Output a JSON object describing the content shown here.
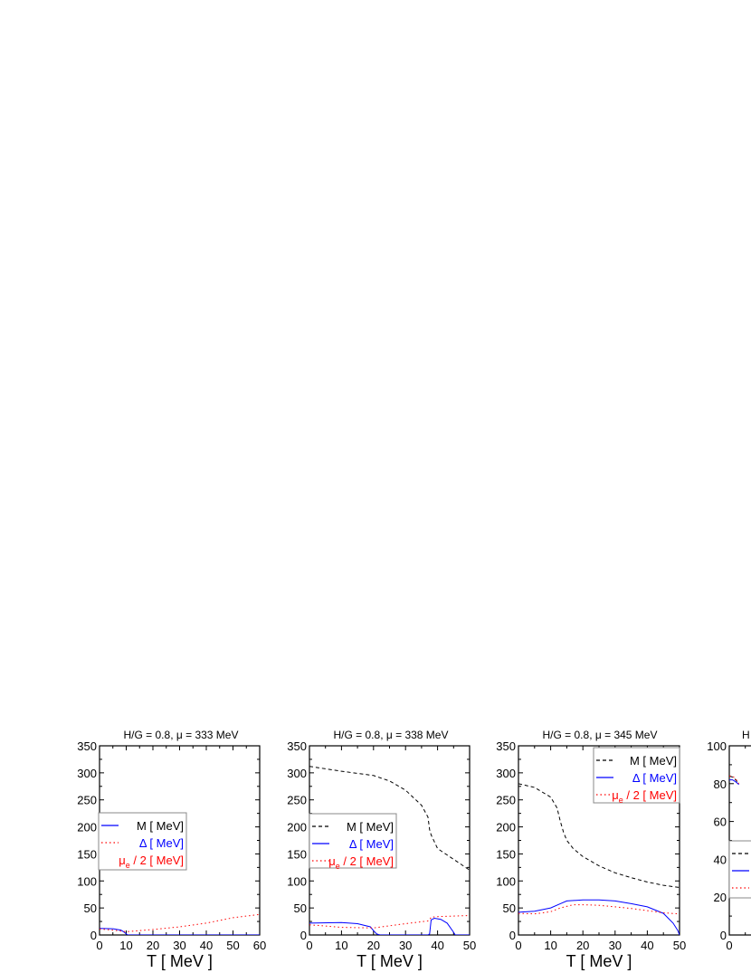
{
  "chart_data": [
    {
      "type": "line",
      "title": "H/G  =  0.8,  μ  =  333 MeV",
      "xlabel": "T [ MeV ]",
      "xlim": [
        0,
        60
      ],
      "ylim": [
        0,
        350
      ],
      "xticks": [
        "0",
        "10",
        "20",
        "30",
        "40",
        "50",
        "60"
      ],
      "yticks": [
        "0",
        "50",
        "100",
        "150",
        "200",
        "250",
        "300",
        "350"
      ],
      "legend_position": "middle-left",
      "legend": [
        {
          "style": "solid",
          "color": "#0000ff",
          "text": {
            "main": "M [ MeV]",
            "sub": "",
            "rest": ""
          },
          "text_color": "#000000"
        },
        {
          "style": "dotted",
          "color": "#ff0000",
          "text": {
            "main": "Δ [ MeV]",
            "sub": "",
            "rest": ""
          },
          "text_color": "#0000ff"
        },
        {
          "style": "none",
          "color": "#ff0000",
          "text": {
            "main": "μ",
            "sub": "e",
            "rest": " / 2 [ MeV]"
          },
          "text_color": "#ff0000"
        }
      ],
      "series": [
        {
          "style": "solid",
          "color": "#0000ff",
          "x": [
            0,
            5,
            8,
            9,
            10,
            10.5,
            15,
            30,
            45,
            60
          ],
          "y": [
            12,
            11.5,
            9,
            6,
            2,
            0,
            0,
            0,
            0,
            0
          ]
        },
        {
          "style": "dotted",
          "color": "#ff0000",
          "x": [
            0,
            5,
            10,
            15,
            20,
            30,
            40,
            50,
            60
          ],
          "y": [
            11,
            9,
            6,
            8,
            10,
            15,
            22,
            32,
            38
          ]
        }
      ]
    },
    {
      "type": "line",
      "title": "H/G  =  0.8,    μ  =  338 MeV",
      "xlabel": "T [ MeV ]",
      "xlim": [
        0,
        50
      ],
      "ylim": [
        0,
        350
      ],
      "xticks": [
        "0",
        "10",
        "20",
        "30",
        "40",
        "50"
      ],
      "yticks": [
        "0",
        "50",
        "100",
        "150",
        "200",
        "250",
        "300",
        "350"
      ],
      "legend_position": "middle-left",
      "legend": [
        {
          "style": "dashed",
          "color": "#000000",
          "text": {
            "main": "M [ MeV]",
            "sub": "",
            "rest": ""
          },
          "text_color": "#000000"
        },
        {
          "style": "solid",
          "color": "#0000ff",
          "text": {
            "main": "Δ [ MeV]",
            "sub": "",
            "rest": ""
          },
          "text_color": "#0000ff"
        },
        {
          "style": "dotted",
          "color": "#ff0000",
          "text": {
            "main": "μ",
            "sub": "e",
            "rest": " / 2 [ MeV]"
          },
          "text_color": "#ff0000"
        }
      ],
      "series": [
        {
          "style": "dashed",
          "color": "#000000",
          "x": [
            0,
            10,
            20,
            25,
            30,
            35,
            37,
            37.5,
            38,
            40,
            45,
            50
          ],
          "y": [
            312,
            303,
            295,
            285,
            268,
            240,
            218,
            195,
            185,
            160,
            140,
            120
          ]
        },
        {
          "style": "solid",
          "color": "#0000ff",
          "x": [
            0,
            10,
            15,
            19,
            20,
            21,
            22,
            37,
            37.5,
            38,
            39,
            41,
            43,
            45,
            45.5,
            50
          ],
          "y": [
            22,
            23,
            21,
            15,
            8,
            2,
            0,
            0,
            2,
            28,
            31,
            29,
            22,
            5,
            0,
            0
          ]
        },
        {
          "style": "dotted",
          "color": "#ff0000",
          "x": [
            0,
            10,
            20,
            30,
            37,
            37.5,
            38,
            40,
            50
          ],
          "y": [
            19,
            14,
            13,
            21,
            26,
            28,
            33,
            34,
            36
          ]
        }
      ]
    },
    {
      "type": "line",
      "title": "H/G  =  0.8,   μ  =  345 MeV",
      "xlabel": "T [ MeV ]",
      "xlim": [
        0,
        50
      ],
      "ylim": [
        0,
        350
      ],
      "xticks": [
        "0",
        "10",
        "20",
        "30",
        "40",
        "50"
      ],
      "yticks": [
        "0",
        "50",
        "100",
        "150",
        "200",
        "250",
        "300",
        "350"
      ],
      "legend_position": "top-right",
      "legend": [
        {
          "style": "dashed",
          "color": "#000000",
          "text": {
            "main": "M [ MeV]",
            "sub": "",
            "rest": ""
          },
          "text_color": "#000000"
        },
        {
          "style": "solid",
          "color": "#0000ff",
          "text": {
            "main": "Δ [ MeV]",
            "sub": "",
            "rest": ""
          },
          "text_color": "#0000ff"
        },
        {
          "style": "dotted",
          "color": "#ff0000",
          "text": {
            "main": "μ",
            "sub": "e",
            "rest": " / 2 [ MeV]"
          },
          "text_color": "#ff0000"
        }
      ],
      "series": [
        {
          "style": "dashed",
          "color": "#000000",
          "x": [
            0,
            5,
            10,
            12,
            13,
            14,
            15,
            17,
            20,
            25,
            30,
            35,
            40,
            45,
            50
          ],
          "y": [
            280,
            273,
            255,
            235,
            210,
            190,
            175,
            160,
            145,
            128,
            115,
            106,
            98,
            92,
            88
          ]
        },
        {
          "style": "solid",
          "color": "#0000ff",
          "x": [
            0,
            5,
            10,
            13,
            15,
            20,
            25,
            30,
            35,
            40,
            45,
            48,
            49.5,
            50
          ],
          "y": [
            42,
            44,
            50,
            58,
            63,
            65,
            65,
            63,
            58,
            52,
            40,
            22,
            8,
            0
          ]
        },
        {
          "style": "dotted",
          "color": "#ff0000",
          "x": [
            0,
            5,
            10,
            13,
            17,
            20,
            25,
            30,
            35,
            40,
            45,
            50
          ],
          "y": [
            40,
            39,
            43,
            50,
            56,
            56,
            55,
            52,
            49,
            45,
            41,
            39
          ]
        }
      ]
    },
    {
      "type": "line",
      "title": "H",
      "xlabel": "",
      "xlim": [
        0,
        50
      ],
      "ylim": [
        0,
        100
      ],
      "xticks": [
        "0"
      ],
      "yticks": [
        "0",
        "20",
        "40",
        "60",
        "80",
        "100"
      ],
      "legend_position": "middle-left",
      "legend": [
        {
          "style": "dashed",
          "color": "#000000",
          "text": {
            "main": "",
            "sub": "",
            "rest": ""
          },
          "text_color": "#000000"
        },
        {
          "style": "solid",
          "color": "#0000ff",
          "text": {
            "main": "",
            "sub": "",
            "rest": ""
          },
          "text_color": "#0000ff"
        },
        {
          "style": "dotted",
          "color": "#ff0000",
          "text": {
            "main": "",
            "sub": "",
            "rest": ""
          },
          "text_color": "#ff0000"
        }
      ],
      "series": [
        {
          "style": "dashed",
          "color": "#000000",
          "x": [
            0,
            1,
            2,
            3
          ],
          "y": [
            84,
            83.5,
            82,
            80
          ]
        },
        {
          "style": "solid",
          "color": "#0000ff",
          "x": [
            0,
            1,
            2,
            3
          ],
          "y": [
            82,
            82,
            81,
            79.5
          ]
        },
        {
          "style": "dotted",
          "color": "#ff0000",
          "x": [
            0,
            1,
            2,
            3
          ],
          "y": [
            84,
            84,
            82.5,
            80
          ]
        }
      ]
    }
  ]
}
